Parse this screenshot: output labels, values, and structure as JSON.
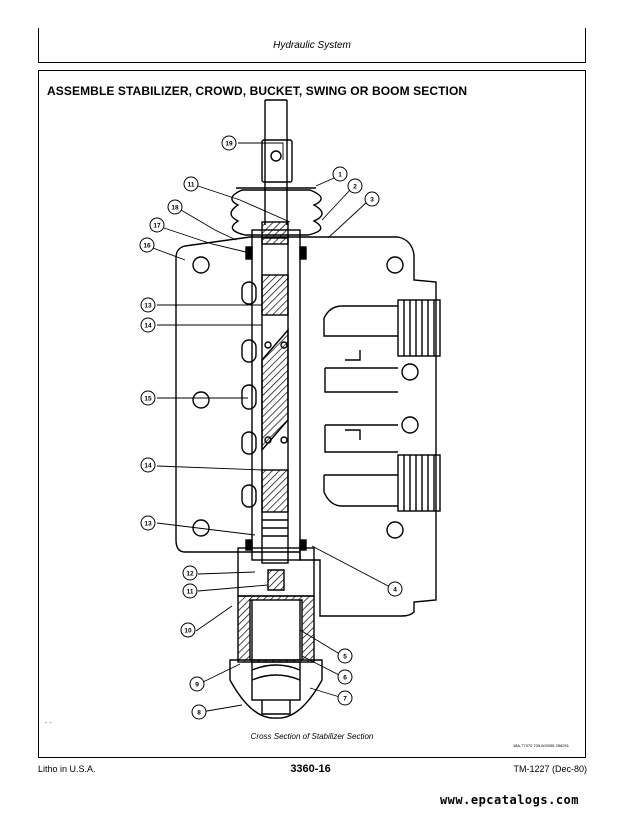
{
  "header": {
    "title": "Hydraulic System"
  },
  "figure": {
    "title": "ASSEMBLE STABILIZER, CROWD, BUCKET, SWING OR BOOM SECTION",
    "caption": "Cross Section of Stabilizer Section",
    "code": "18A,77370 705,000055 258291",
    "tick": "- -",
    "callouts": [
      "19",
      "11",
      "18",
      "17",
      "16",
      "1",
      "2",
      "3",
      "13",
      "14",
      "15",
      "14",
      "13",
      "4",
      "12",
      "11",
      "10",
      "5",
      "6",
      "9",
      "7",
      "8"
    ]
  },
  "footer": {
    "left": "Litho in U.S.A.",
    "center": "3360-16",
    "right": "TM-1227 (Dec-80)"
  },
  "watermark": "www.epcatalogs.com"
}
